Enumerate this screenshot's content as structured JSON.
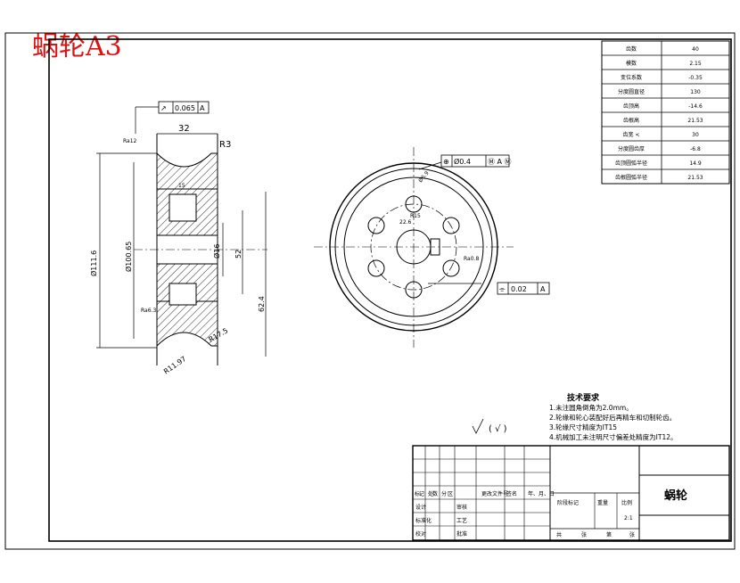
{
  "stamp_title": "蜗轮A3",
  "params": [
    {
      "name": "齿数",
      "value": "40"
    },
    {
      "name": "模数",
      "value": "2.15"
    },
    {
      "name": "变位系数",
      "value": "-0.35"
    },
    {
      "name": "分度圆直径",
      "value": "130"
    },
    {
      "name": "齿顶高",
      "value": "-14.6"
    },
    {
      "name": "齿根高",
      "value": "21.53"
    },
    {
      "name": "齿宽 <",
      "value": "30"
    },
    {
      "name": "分度圆齿厚",
      "value": "-6.8"
    },
    {
      "name": "齿顶圆弧半径",
      "value": "14.9"
    },
    {
      "name": "齿根圆弧半径",
      "value": "21.53"
    }
  ],
  "dims": {
    "width_32": "32",
    "r3": "R3",
    "d111": "Ø111.6",
    "d100": "Ø100.65",
    "d16": "Ø16",
    "d52": "52",
    "d62": "62.4",
    "r17_5": "R17.5",
    "r11_97": "R11.97",
    "ra12_5": "Ra12",
    "ra6_3": "Ra6.3",
    "b15": "15",
    "circ_d": "Ø6.9",
    "d22": "22.6",
    "r15": "R15",
    "rb28": "Ra0.8"
  },
  "tolerances": {
    "runout": {
      "symbol": "↗",
      "value": "0.065",
      "datum": "A"
    },
    "position": {
      "symbol": "⊕",
      "value": "Ø0.4",
      "mods": "Ⓜ A Ⓜ"
    },
    "symmetry": {
      "symbol": "⌯",
      "value": "0.02",
      "datum": "A"
    }
  },
  "tech_req": {
    "title": "技术要求",
    "items": [
      "1.未注圆角倒角为2.0mm。",
      "2.轮缘和轮心装配好后再精车和切制轮齿。",
      "3.轮缘尺寸精度为IT15",
      "4.机械加工未注明尺寸偏差处精度为IT12。"
    ]
  },
  "roughness_note": "( √ )",
  "title_block": {
    "part_name": "蜗轮",
    "headers": [
      "标",
      "记",
      "处",
      "数",
      "分",
      "区",
      "更改文件号",
      "签",
      "名",
      "年、月、日"
    ],
    "rows": [
      "设计",
      "标准化",
      "校对",
      "审核",
      "工艺",
      "批准"
    ],
    "stage_label": "阶段标记",
    "weight_label": "重量",
    "scale_label": "比例",
    "scale_value": "2:1",
    "sheets_label": "共",
    "sheet_label": "第",
    "sheets_unit": "张",
    "sheet_unit": "张"
  }
}
